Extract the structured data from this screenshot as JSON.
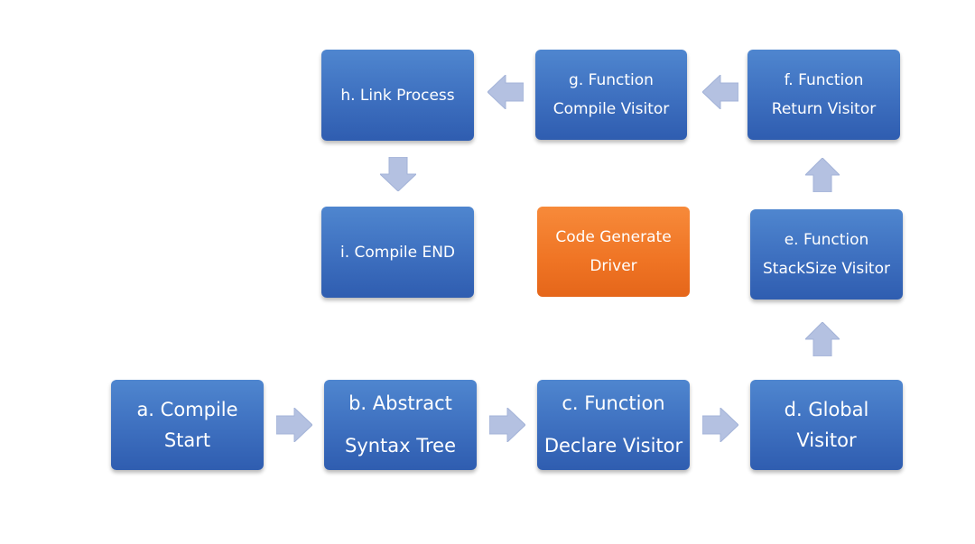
{
  "diagram": {
    "nodes": {
      "a": "a. Compile\nStart",
      "b": "b. Abstract\nSyntax Tree",
      "c": "c. Function\nDeclare Visitor",
      "d": "d. Global\nVisitor",
      "e": "e. Function\nStackSize Visitor",
      "f": "f. Function\nReturn Visitor",
      "g": "g. Function\nCompile Visitor",
      "h": "h. Link Process",
      "i": "i. Compile END",
      "driver": "Code Generate\nDriver"
    },
    "edges": [
      {
        "from": "a",
        "to": "b"
      },
      {
        "from": "b",
        "to": "c"
      },
      {
        "from": "c",
        "to": "d"
      },
      {
        "from": "d",
        "to": "e"
      },
      {
        "from": "e",
        "to": "f"
      },
      {
        "from": "f",
        "to": "g"
      },
      {
        "from": "g",
        "to": "h"
      },
      {
        "from": "h",
        "to": "i"
      }
    ],
    "colors": {
      "node": "#3d6fbf",
      "driver": "#ef7424",
      "arrow": "#b4c1e1",
      "text": "#ffffff"
    }
  }
}
